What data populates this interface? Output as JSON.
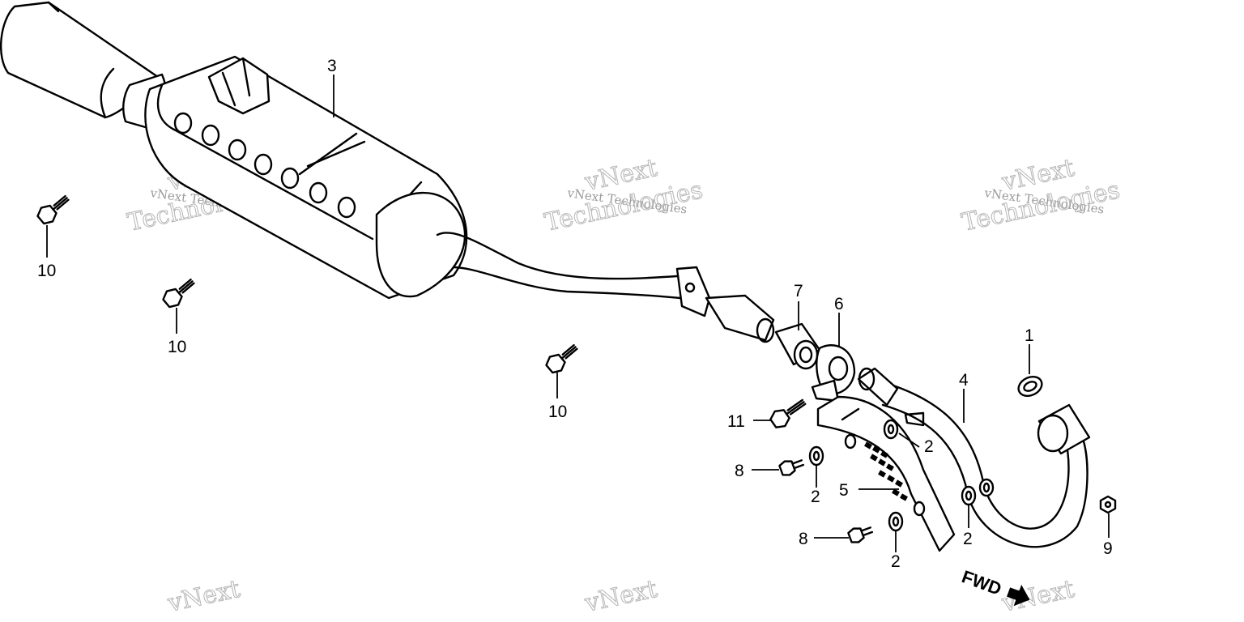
{
  "callouts": {
    "c1": "1",
    "c2a": "2",
    "c2b": "2",
    "c2c": "2",
    "c2d": "2",
    "c3": "3",
    "c4": "4",
    "c5": "5",
    "c6": "6",
    "c7": "7",
    "c8a": "8",
    "c8b": "8",
    "c9": "9",
    "c10a": "10",
    "c10b": "10",
    "c10c": "10",
    "c11": "11"
  },
  "direction": {
    "fwd": "FWD"
  },
  "watermark": {
    "top": "vNext",
    "middle": "vNext Technologies",
    "bottom": "Technologies"
  },
  "icons": {
    "bolt": "flange-bolt-icon",
    "nut": "flange-nut-icon",
    "arrow": "forward-arrow-icon"
  },
  "colors": {
    "ink": "#000000",
    "watermark": "#b5b5b5",
    "background": "#ffffff"
  }
}
